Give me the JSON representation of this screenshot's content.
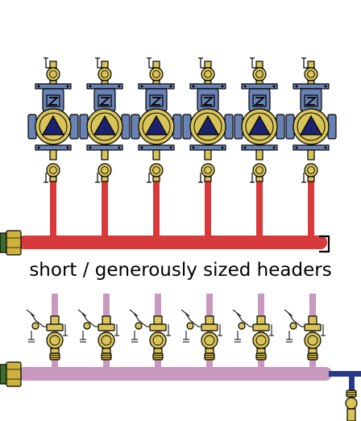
{
  "caption": "short / generously sized headers",
  "supply_circuit_count": 6,
  "return_circuit_count": 6,
  "colors": {
    "supply_pipe": "#d83a3c",
    "return_pipe": "#c998bf",
    "pump_body": "#6a83b5",
    "pump_triangle": "#1b2270",
    "valve_brass": "#d9c45a",
    "fitting_brass": "#cdb23b",
    "inlet_green": "#3d6b2e",
    "outflow_blue": "#25388a"
  }
}
